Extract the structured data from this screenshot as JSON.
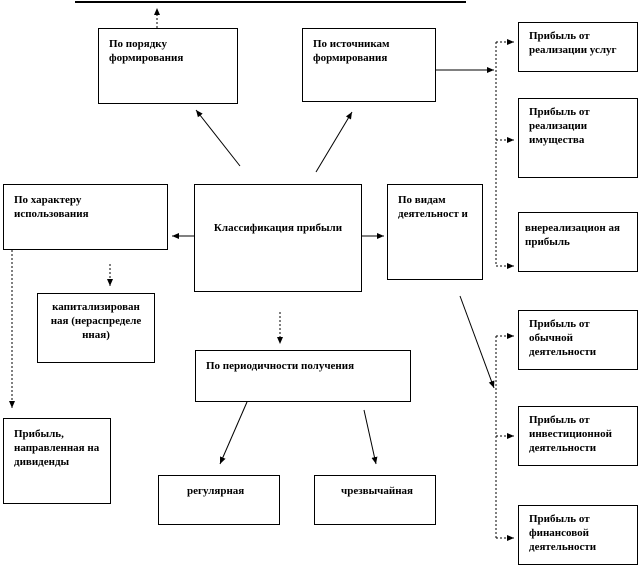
{
  "diagram": {
    "center_label": "Классификация прибыли",
    "by_order": "По порядку формирования",
    "by_sources": "По источникам формирования",
    "by_use": "По характеру использования",
    "by_activity": "По видам деятельност и",
    "by_period": "По периодичности получения",
    "capitalized": "капитализирован ная (нераспределе нная)",
    "dividends": "Прибыль, направленная на дивиденды",
    "regular": "регулярная",
    "extraordinary": "чрезвычайная",
    "from_services": "Прибыль от реализации услуг",
    "from_property": "Прибыль от реализации имущества",
    "non_sales": "внереализацион ая прибыль",
    "ordinary": "Прибыль от обычной деятельности",
    "investment": "Прибыль от инвестиционной деятельности",
    "financial": "Прибыль от финансовой деятельности"
  }
}
